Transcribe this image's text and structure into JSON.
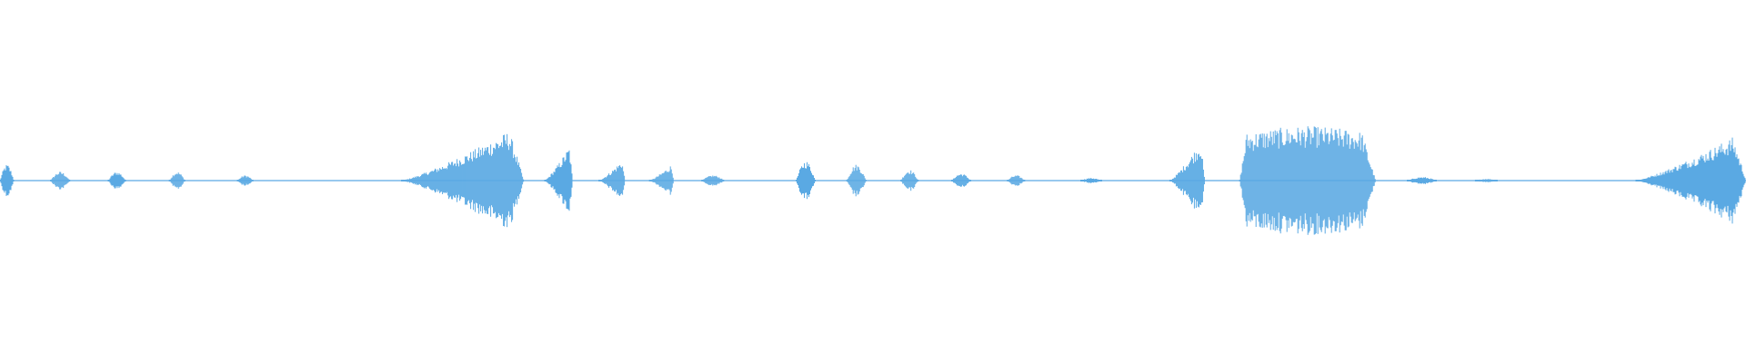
{
  "waveform": {
    "color": "#5aa9e3",
    "background": "#ffffff",
    "segments": [
      {
        "start": 0.0,
        "end": 0.008,
        "amp": 0.09,
        "shape": "burst"
      },
      {
        "start": 0.029,
        "end": 0.04,
        "amp": 0.05,
        "shape": "burst"
      },
      {
        "start": 0.062,
        "end": 0.072,
        "amp": 0.05,
        "shape": "burst"
      },
      {
        "start": 0.097,
        "end": 0.106,
        "amp": 0.05,
        "shape": "burst"
      },
      {
        "start": 0.136,
        "end": 0.145,
        "amp": 0.03,
        "shape": "burst"
      },
      {
        "start": 0.23,
        "end": 0.3,
        "amp": 0.32,
        "shape": "swell"
      },
      {
        "start": 0.312,
        "end": 0.328,
        "amp": 0.22,
        "shape": "swell"
      },
      {
        "start": 0.343,
        "end": 0.358,
        "amp": 0.13,
        "shape": "swell"
      },
      {
        "start": 0.372,
        "end": 0.386,
        "amp": 0.1,
        "shape": "swell"
      },
      {
        "start": 0.402,
        "end": 0.415,
        "amp": 0.03,
        "shape": "burst"
      },
      {
        "start": 0.456,
        "end": 0.467,
        "amp": 0.11,
        "shape": "burst"
      },
      {
        "start": 0.485,
        "end": 0.496,
        "amp": 0.09,
        "shape": "burst"
      },
      {
        "start": 0.516,
        "end": 0.526,
        "amp": 0.06,
        "shape": "burst"
      },
      {
        "start": 0.545,
        "end": 0.556,
        "amp": 0.04,
        "shape": "burst"
      },
      {
        "start": 0.577,
        "end": 0.587,
        "amp": 0.03,
        "shape": "burst"
      },
      {
        "start": 0.619,
        "end": 0.631,
        "amp": 0.015,
        "shape": "burst"
      },
      {
        "start": 0.67,
        "end": 0.69,
        "amp": 0.25,
        "shape": "swell"
      },
      {
        "start": 0.71,
        "end": 0.788,
        "amp": 0.3,
        "shape": "plateau"
      },
      {
        "start": 0.806,
        "end": 0.823,
        "amp": 0.02,
        "shape": "burst"
      },
      {
        "start": 0.845,
        "end": 0.858,
        "amp": 0.01,
        "shape": "burst"
      },
      {
        "start": 0.937,
        "end": 1.0,
        "amp": 0.28,
        "shape": "swell"
      }
    ]
  }
}
